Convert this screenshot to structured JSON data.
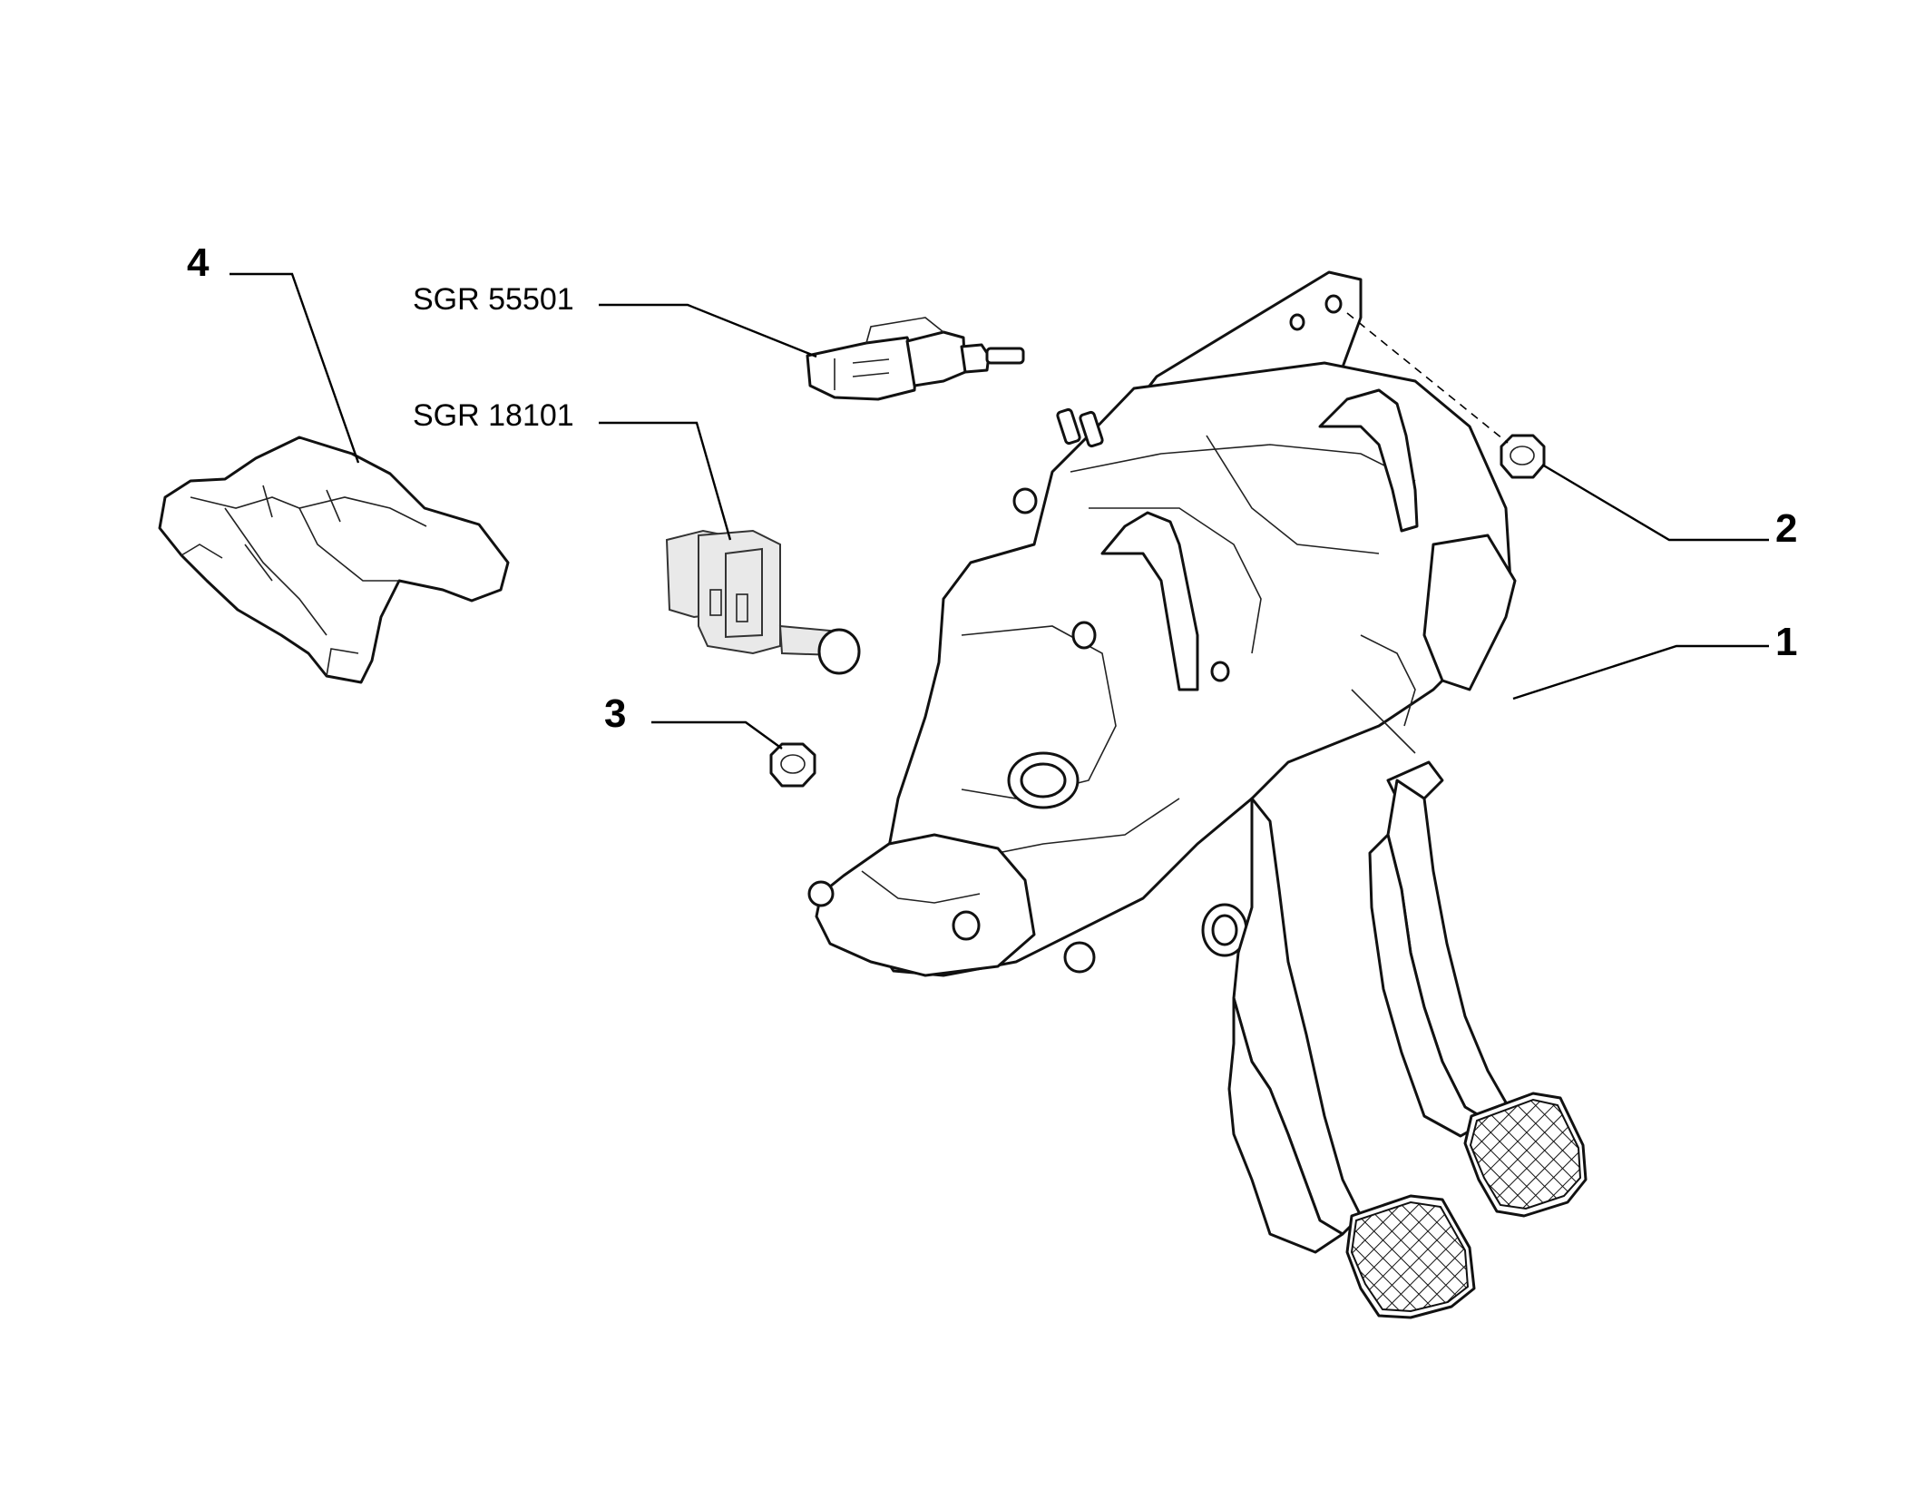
{
  "callouts": {
    "c1": "1",
    "c2": "2",
    "c3": "3",
    "c4": "4"
  },
  "references": {
    "r1": "SGR 55501",
    "r2": "SGR 18101"
  },
  "colors": {
    "ink": "#000000",
    "switch_fill": "#e9e9e9",
    "background": "#ffffff"
  },
  "icons": [
    "pedal-box-assembly-icon",
    "nut-icon",
    "bracket-cover-icon",
    "pedal-switch-icon",
    "stop-light-switch-icon"
  ]
}
